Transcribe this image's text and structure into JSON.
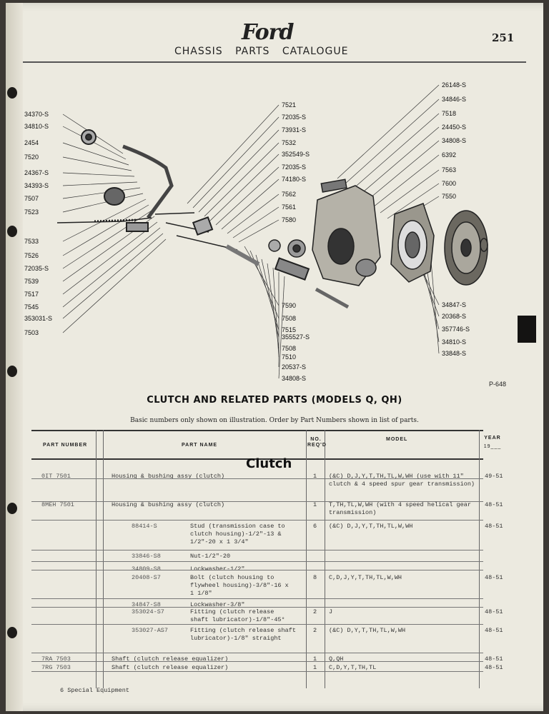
{
  "header": {
    "brand": "Ford",
    "catalogue_title": "CHASSIS PARTS CATALOGUE",
    "page_number": "251"
  },
  "diagram": {
    "figure_id": "P-648",
    "callouts_left": [
      "34370-S",
      "34810-S",
      "2454",
      "7520",
      "24367-S",
      "34393-S",
      "7507",
      "7523",
      "7533",
      "7526",
      "72035-S",
      "7539",
      "7517",
      "7545",
      "353031-S",
      "7503"
    ],
    "callouts_center": [
      "7521",
      "72035-S",
      "73931-S",
      "7532",
      "352549-S",
      "72035-S",
      "74180-S",
      "7562",
      "7561",
      "7580",
      "7590",
      "7508",
      "7515",
      "355527-S",
      "7508",
      "7510",
      "20537-S",
      "34808-S"
    ],
    "callouts_right": [
      "26148-S",
      "34846-S",
      "7518",
      "24450-S",
      "34808-S",
      "6392",
      "7563",
      "7600",
      "7550",
      "34847-S",
      "20368-S",
      "357746-S",
      "34810-S",
      "33848-S"
    ]
  },
  "section": {
    "title": "CLUTCH AND RELATED PARTS (MODELS Q, QH)",
    "note": "Basic numbers only shown on illustration.  Order by Part Numbers shown in list of parts."
  },
  "table": {
    "headers": {
      "part_number": "PART NUMBER",
      "part_name": "PART NAME",
      "no_reqd": "NO. REQ'D",
      "model": "MODEL",
      "year": "YEAR",
      "year_sub": "19___"
    },
    "group_title": "Clutch",
    "rows": [
      {
        "pn": "0IT 7501",
        "name": "Housing & bushing assy (clutch)",
        "qty": "1",
        "model": "(&C) D,J,Y,T,TH,TL,W,WH (use with 11\"\nclutch & 4 speed spur gear transmission)",
        "year": "49-51"
      },
      {
        "pn": "8MEH 7501",
        "name": "Housing & bushing assy (clutch)",
        "qty": "1",
        "model": "T,TH,TL,W,WH (with 4 speed helical gear\ntransmission)",
        "year": "48-51"
      },
      {
        "pn": "88414-S",
        "name": "Stud (transmission case to\nclutch housing)-1/2\"-13 &\n1/2\"-20 x 1 3/4\"",
        "qty": "6",
        "model": "(&C) D,J,Y,T,TH,TL,W,WH",
        "year": "48-51"
      },
      {
        "pn": "33846-S8",
        "name": "Nut-1/2\"-20",
        "qty": "",
        "model": "",
        "year": ""
      },
      {
        "pn": "34809-S8",
        "name": "Lockwasher-1/2\"",
        "qty": "",
        "model": "",
        "year": ""
      },
      {
        "pn": "20408-S7",
        "name": "Bolt (clutch housing to\nflywheel housing)-3/8\"-16 x\n1 1/8\"",
        "qty": "8",
        "model": "C,D,J,Y,T,TH,TL,W,WH",
        "year": "48-51"
      },
      {
        "pn": "34847-S8",
        "name": "Lockwasher-3/8\"",
        "qty": "",
        "model": "",
        "year": ""
      },
      {
        "pn": "353024-S7",
        "name": "Fitting (clutch release\nshaft lubricator)-1/8\"-45°",
        "qty": "2",
        "model": "J",
        "year": "48-51"
      },
      {
        "pn": "353027-AS7",
        "name": "Fitting (clutch release shaft\nlubricator)-1/8\" straight",
        "qty": "2",
        "model": "(&C) D,Y,T,TH,TL,W,WH",
        "year": "48-51"
      },
      {
        "pn": "7RA 7503",
        "name": "Shaft (clutch release equalizer)",
        "qty": "1",
        "model": "Q,QH",
        "year": "48-51"
      },
      {
        "pn": "7RG 7503",
        "name": "Shaft (clutch release equalizer)",
        "qty": "1",
        "model": "C,D,Y,T,TH,TL",
        "year": "48-51"
      }
    ]
  },
  "footer": {
    "text": "6  Special Equipment"
  }
}
